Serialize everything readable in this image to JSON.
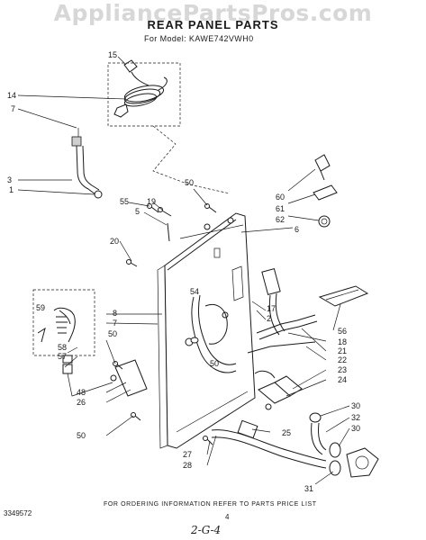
{
  "watermark": "AppliancePartsPros.com",
  "header": {
    "title": "REAR PANEL PARTS",
    "model_line": "For Model: KAWE742VWH0"
  },
  "callouts": {
    "c15": "15",
    "c14": "14",
    "c7a": "7",
    "c3": "3",
    "c1": "1",
    "c50a": "50",
    "c55": "55",
    "c19": "19",
    "c5": "5",
    "c60": "60",
    "c61": "61",
    "c62": "62",
    "c6": "6",
    "c20": "20",
    "c54": "54",
    "c17": "17",
    "c2": "2",
    "c59": "59",
    "c8": "8",
    "c7b": "7",
    "c50b": "50",
    "c50c": "50",
    "c56": "56",
    "c18": "18",
    "c21": "21",
    "c22": "22",
    "c23": "23",
    "c24": "24",
    "c58": "58",
    "c57": "57",
    "c48": "48",
    "c26": "26",
    "c50d": "50",
    "c25": "25",
    "c27": "27",
    "c28": "28",
    "c30a": "30",
    "c32": "32",
    "c30b": "30",
    "c31": "31"
  },
  "footer": {
    "doc_id": "3349572",
    "note": "FOR ORDERING INFORMATION REFER TO PARTS PRICE LIST",
    "page": "4",
    "handwritten": "2-G-4"
  }
}
